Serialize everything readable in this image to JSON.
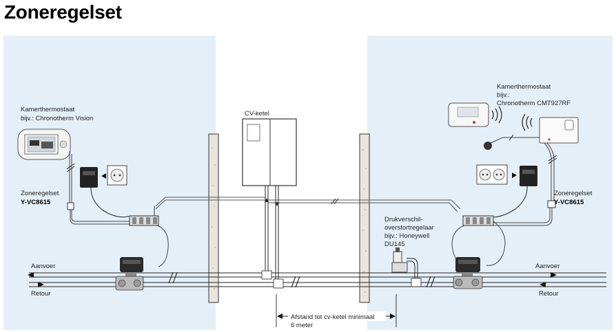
{
  "title": "Zoneregelset",
  "left_zone": {
    "thermostat_label": "Kamerthermostaat",
    "thermostat_example": "bijv.: Chronotherm Vision",
    "zone_set_label": "Zoneregelset",
    "zone_set_model": "Y-VC8615",
    "supply_label": "Aanvoer",
    "return_label": "Retour"
  },
  "boiler": {
    "label": "CV-ketel"
  },
  "right_zone": {
    "thermostat_label": "Kamerthermostaat",
    "thermostat_example_1": "bijv.:",
    "thermostat_example_2": "Chronotherm CMT927RF",
    "zone_set_label": "Zoneregelset",
    "zone_set_model": "Y-VC8615",
    "supply_label": "Aanvoer",
    "return_label": "Retour"
  },
  "bypass_valve": {
    "line1": "Drukverschil-",
    "line2": "overstortregelaar",
    "line3": "bijv.: Honeywell",
    "line4": "DU145"
  },
  "distance_note": {
    "line1": "Afstand tot cv-ketel minimaal",
    "line2": "6 meter"
  },
  "colors": {
    "zone_fill": "#e5eff7",
    "wall_fill": "#e8e6dc",
    "line": "#222222"
  },
  "icons": [
    "wall-thermostat-icon",
    "power-adapter-icon",
    "wall-socket-icon",
    "zone-valve-icon",
    "boiler-icon",
    "wireless-receiver-icon"
  ]
}
